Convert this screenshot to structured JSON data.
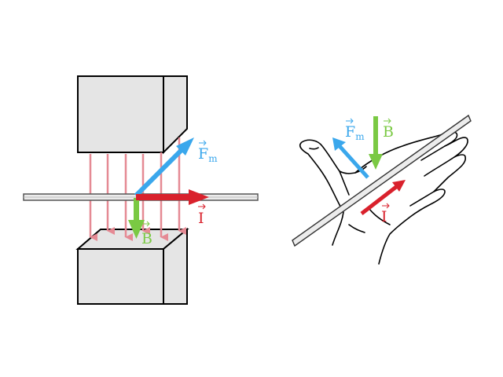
{
  "colors": {
    "field": "#e58a94",
    "force": "#3aa7ec",
    "field_vector": "#7ac943",
    "current": "#d9212c",
    "magnet_fill": "#e5e5e5",
    "outline": "#000000"
  },
  "left": {
    "force_label": "F",
    "force_sub": "m",
    "field_label": "B",
    "current_label": "I"
  },
  "right": {
    "force_label": "F",
    "force_sub": "m",
    "field_label": "B",
    "current_label": "I"
  }
}
